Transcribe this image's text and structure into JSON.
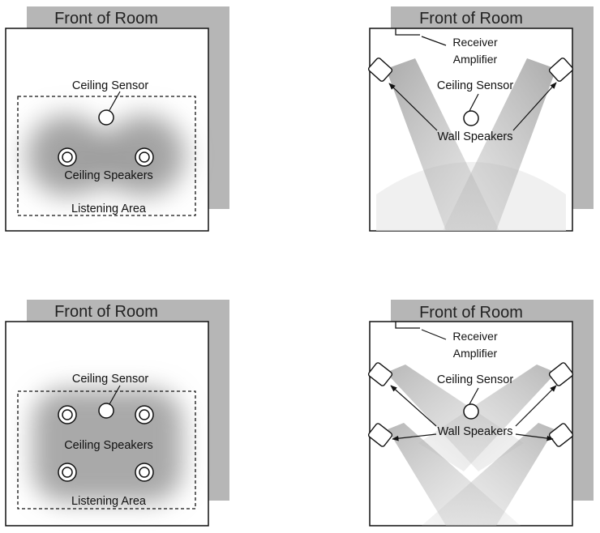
{
  "colors": {
    "wall_shadow": "#b6b6b6",
    "sound_field": "#9a9a9a",
    "outline": "#111111",
    "background": "#ffffff"
  },
  "panels": {
    "top_left": {
      "title": "Front of Room",
      "ceiling_sensor": "Ceiling Sensor",
      "ceiling_speakers": "Ceiling Speakers",
      "listening_area": "Listening Area"
    },
    "top_right": {
      "title": "Front of Room",
      "receiver_line1": "Receiver",
      "receiver_line2": "Amplifier",
      "ceiling_sensor": "Ceiling Sensor",
      "wall_speakers": "Wall Speakers"
    },
    "bottom_left": {
      "title": "Front of Room",
      "ceiling_sensor": "Ceiling Sensor",
      "ceiling_speakers": "Ceiling Speakers",
      "listening_area": "Listening Area"
    },
    "bottom_right": {
      "title": "Front of Room",
      "receiver_line1": "Receiver",
      "receiver_line2": "Amplifier",
      "ceiling_sensor": "Ceiling Sensor",
      "wall_speakers": "Wall Speakers"
    }
  }
}
